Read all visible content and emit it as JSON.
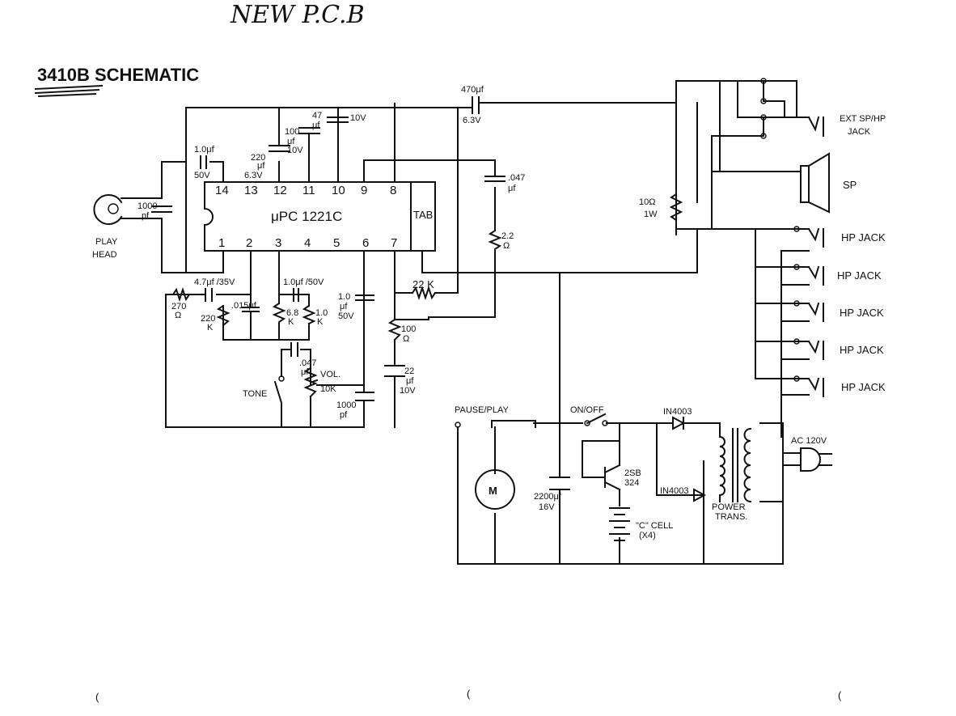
{
  "header": {
    "handwritten_note": "NEW P.C.B",
    "title": "3410B SCHEMATIC"
  },
  "ic": {
    "part": "μPC 1221C",
    "tab": "TAB",
    "top_pins": [
      "14",
      "13",
      "12",
      "11",
      "10",
      "9",
      "8"
    ],
    "bottom_pins": [
      "1",
      "2",
      "3",
      "4",
      "5",
      "6",
      "7"
    ]
  },
  "components": {
    "c_1uf_50v": [
      "1.0μf",
      "50V"
    ],
    "c_220uf": [
      "220",
      "μf",
      "6.3V"
    ],
    "c_100uf": [
      "100",
      "μf",
      "10V"
    ],
    "c_47uf": [
      "47",
      "μf",
      "10V"
    ],
    "c_470uf": [
      "470μf",
      "6.3V"
    ],
    "c_047_top": [
      ".047",
      "μf"
    ],
    "r_2_2": [
      "2.2",
      "Ω"
    ],
    "c_1000pf_head": [
      "1000",
      "pf"
    ],
    "play_head": [
      "PLAY",
      "HEAD"
    ],
    "c_4_7uf": "4.7μf /35V",
    "r_270": [
      "270",
      "Ω"
    ],
    "r_220k": [
      "220",
      "K"
    ],
    "c_015": ".015μf",
    "c_10uf": "1.0μf /50V",
    "r_6_8k": [
      "6.8",
      "K"
    ],
    "r_1_0k": [
      "1.0",
      "K"
    ],
    "c_1_0uf_50v_b": [
      "1.0",
      "μf",
      "50V"
    ],
    "r_22k": "22 K",
    "r_100": [
      "100",
      "Ω"
    ],
    "c_22uf": [
      "22",
      "μf",
      "10V"
    ],
    "c_047_tone": [
      ".047",
      "μf"
    ],
    "tone": "TONE",
    "vol": [
      "VOL.",
      "10K"
    ],
    "c_1000pf_b": [
      "1000",
      "pf"
    ],
    "r_10_ohm": [
      "10Ω",
      "1W"
    ],
    "ext_jack": [
      "EXT SP/HP",
      "JACK"
    ],
    "speaker": "SP",
    "hp_jacks": [
      "HP JACK",
      "HP JACK",
      "HP JACK",
      "HP JACK",
      "HP JACK"
    ],
    "pause_play": "PAUSE/PLAY",
    "on_off": "ON/OFF",
    "motor": "M",
    "c_2200uf": [
      "2200μf",
      "16V"
    ],
    "transistor": [
      "2SB",
      "324"
    ],
    "battery": [
      "\"C\" CELL",
      "(X4)"
    ],
    "diode1": "IN4003",
    "diode2": "IN4003",
    "transformer": [
      "POWER",
      "TRANS."
    ],
    "ac": "AC 120V"
  },
  "footer_marks": [
    "(",
    "(",
    "("
  ]
}
